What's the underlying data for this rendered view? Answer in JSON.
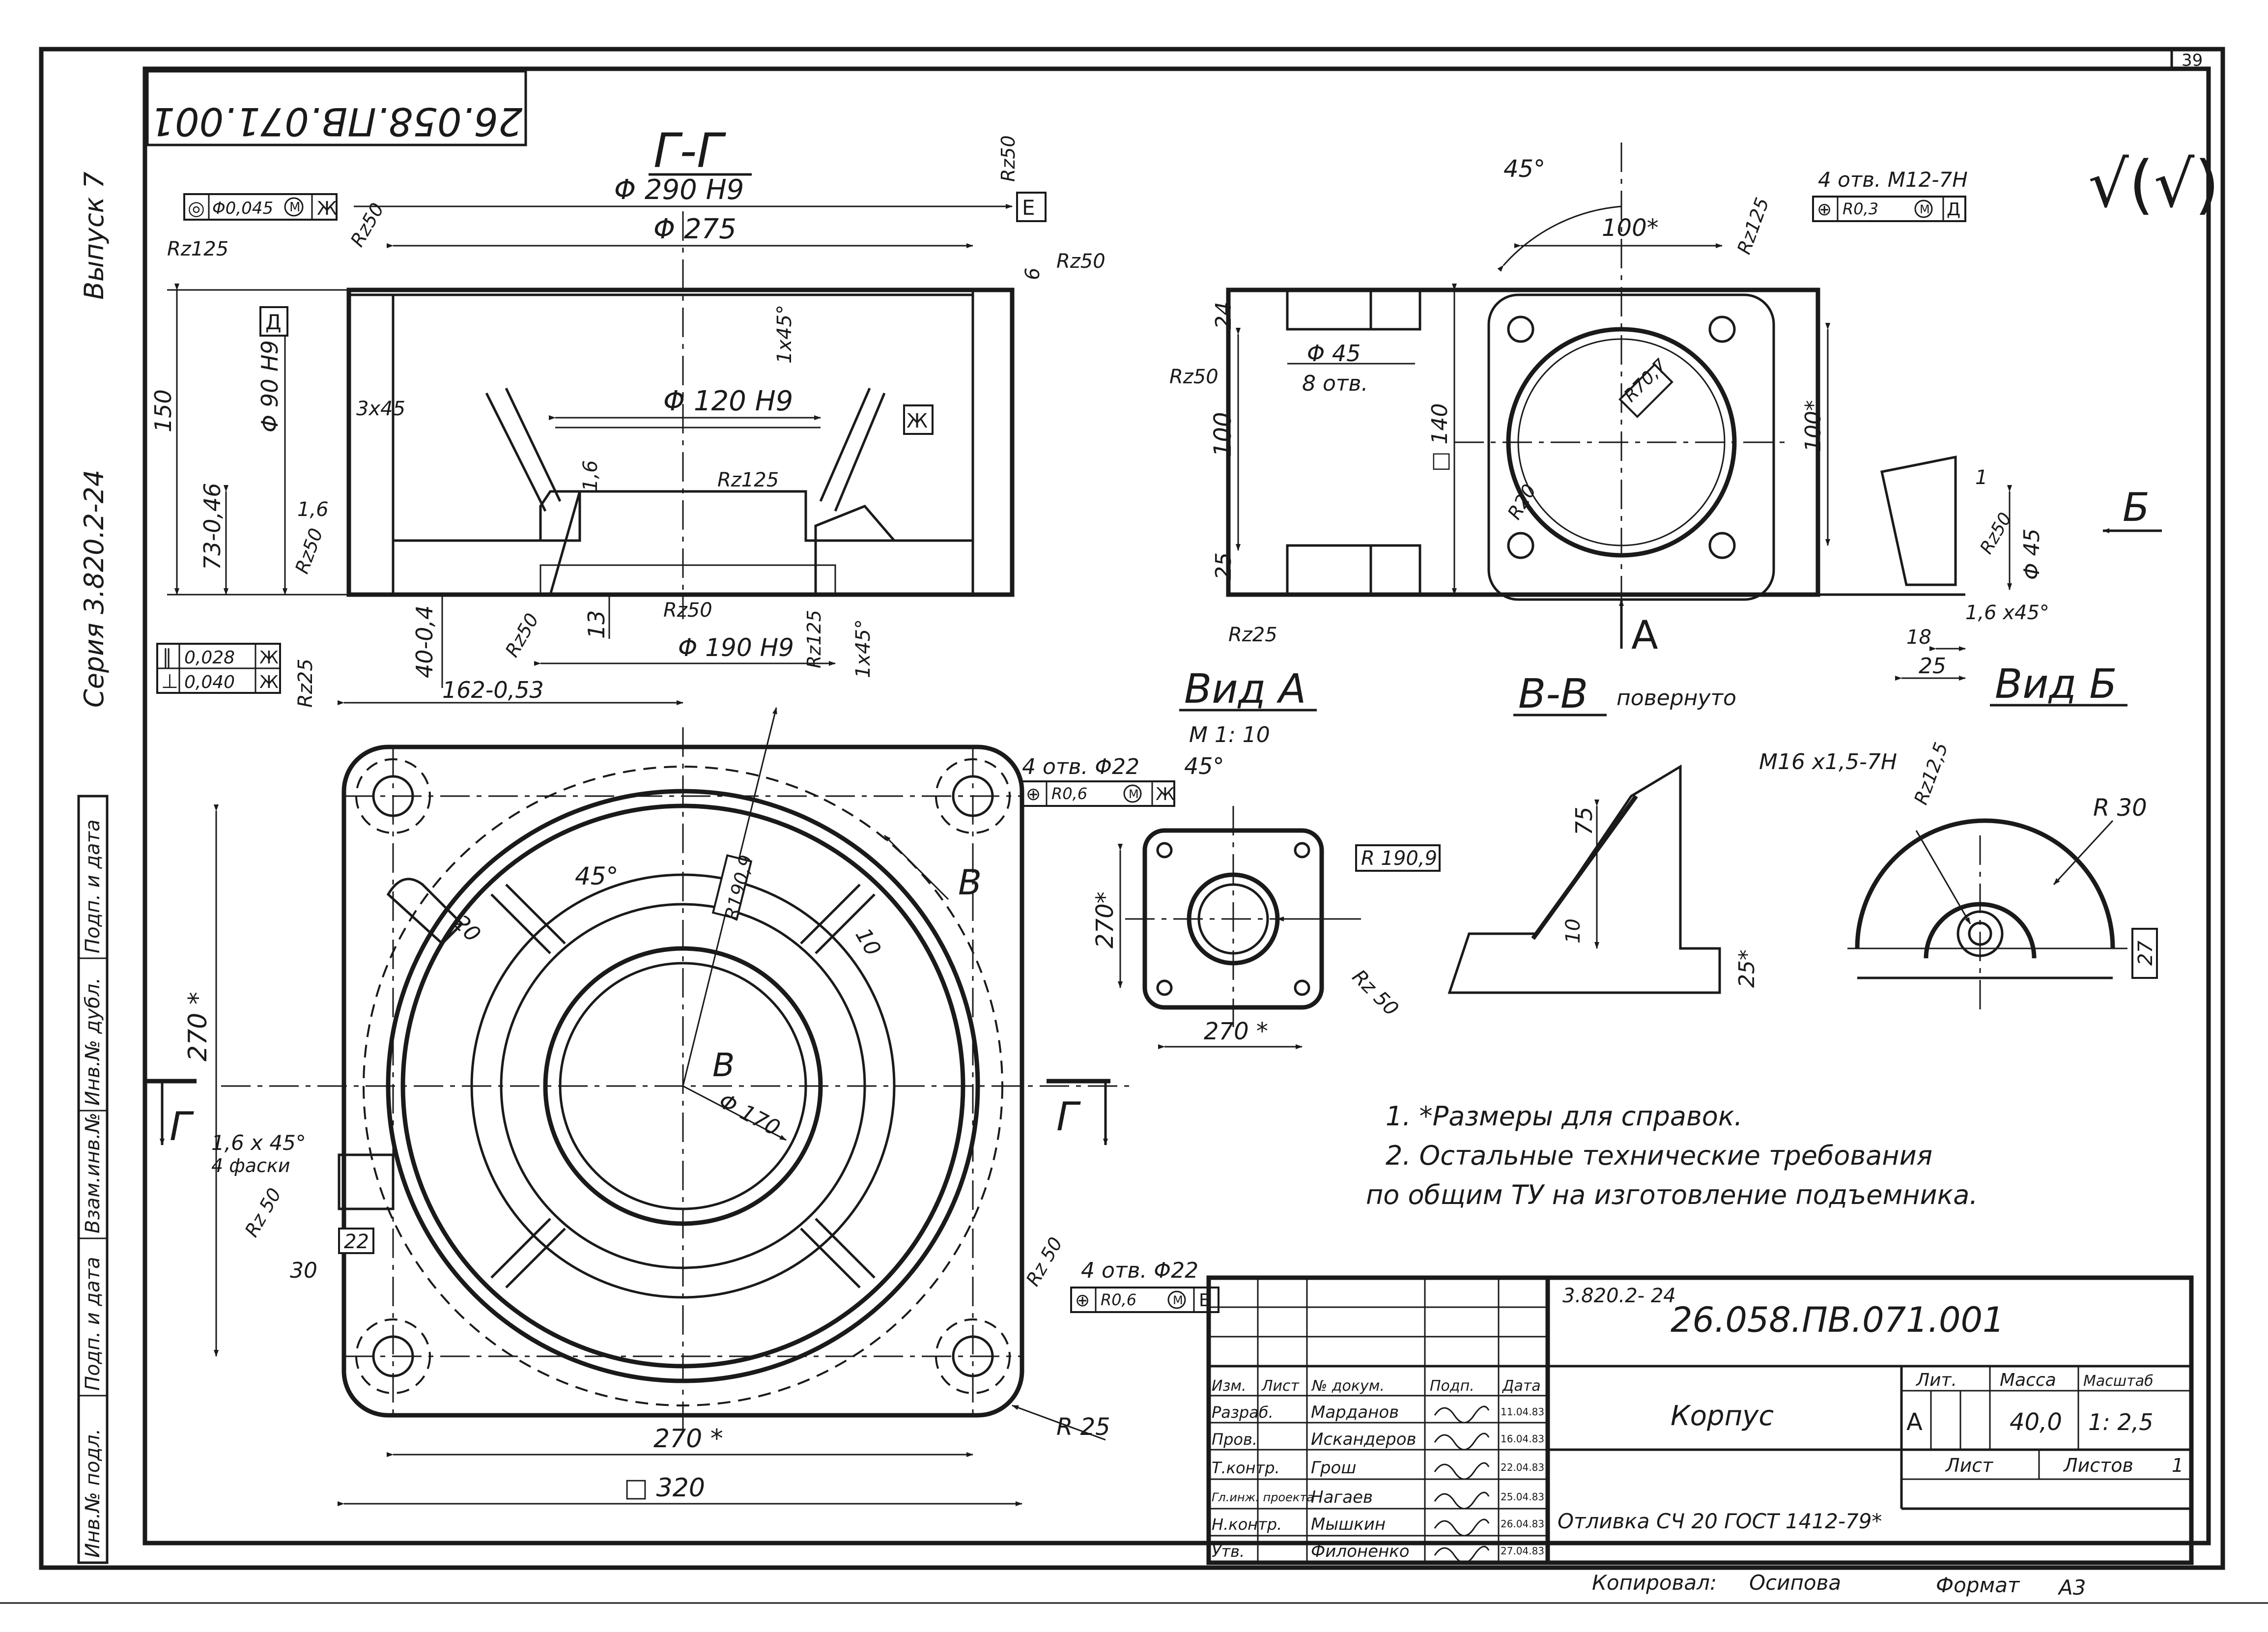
{
  "sheet": {
    "page_number": "39",
    "top_designation": "26.058.ПВ.071.001",
    "roughness_mark": "√(√)"
  },
  "margin_left": {
    "series": "Серия   3.820.2-24",
    "issue": "Выпуск 7",
    "fields": [
      "Инв.№ подл.",
      "Подп. и дата",
      "Взам.инв.№",
      "Инв.№ дубл.",
      "Подп. и дата"
    ]
  },
  "section_GG": {
    "title": "Г-Г",
    "d290": "Φ 290 H9",
    "d275": "Φ 275",
    "d120": "Φ 120 H9",
    "d190": "Φ 190 H9",
    "d90": "Φ 90 H9",
    "dim150": "150",
    "dim73": "73-0,46",
    "dim40": "40-0,4",
    "dim13": "13",
    "dim162": "162-0,53",
    "dim6": "6",
    "chamfer_3x45": "3x45",
    "chamfer_1x45a": "1x45°",
    "chamfer_1x45b": "1x45°",
    "r16a": "1,6",
    "r16b": "1,6",
    "rz125a": "Rz125",
    "rz125b": "Rz125",
    "rz125c": "Rz125",
    "rz50a": "Rz50",
    "rz50b": "Rz50",
    "rz50c": "Rz50",
    "rz50d": "Rz50",
    "rz50e": "Rz50",
    "rz50f": "Rz50",
    "rz25": "Rz25",
    "tol_top_sym": "◎",
    "tol_top_val": "Φ0,045",
    "tol_top_m": "M",
    "tol_top_base": "Ж",
    "tol_par_val": "0,028",
    "tol_perp_val": "0,040",
    "tol_base_zh": "Ж",
    "datum_D": "Д",
    "datum_E": "Е",
    "datum_Zh": "Ж"
  },
  "section_BB": {
    "title": "В-В",
    "subtitle": "повернуто",
    "angle": "45°",
    "holes": "4 отв. М12-7Н",
    "tol_val": "R0,3",
    "tol_m": "M",
    "tol_base": "Д",
    "dim100a": "100*",
    "dim100b": "100*",
    "dim140": "□ 140",
    "dim100h": "100",
    "dim24": "24",
    "dim25": "25",
    "d45": "Φ 45",
    "holes8": "8 отв.",
    "r70": "R70,7",
    "r20": "R20",
    "rz125": "Rz125",
    "rz50": "Rz50",
    "rz25": "Rz25",
    "datum_A": "А"
  },
  "view_B": {
    "title": "Вид Б",
    "arrow_label": "Б",
    "d45": "Φ 45",
    "dim18": "18",
    "dim25": "25",
    "dim1": "1",
    "chamfer": "1,6 x45°",
    "rz50": "Rz50"
  },
  "view_A": {
    "title": "Вид А",
    "scale": "М 1: 10",
    "holes": "4 отв. Φ22",
    "tol_val": "R0,6",
    "tol_m": "M",
    "tol_base": "Ж",
    "angle": "45°",
    "r190": "R 190,9",
    "dim270v": "270*",
    "dim270h": "270 *",
    "rz50": "Rz 50"
  },
  "rib_detail": {
    "dim75": "75",
    "dim10": "10",
    "dim25": "25*"
  },
  "boss_detail": {
    "thread": "М16 x1,5-7Н",
    "rz": "Rz12,5",
    "r30": "R 30",
    "dim27": "27"
  },
  "plan_view": {
    "r1909": "R190,9",
    "angle": "45°",
    "d170": "Φ 170",
    "rib20": "20",
    "rib10": "10",
    "label_V": "В",
    "label_V2": "В",
    "cut_left": "Г",
    "cut_right": "Г",
    "dim270v": "270 *",
    "dim270h": "270 *",
    "dim320": "□ 320",
    "r25": "R 25",
    "chamfer": "1,6 x 45°",
    "chamfer_note": "4 фаски",
    "rz50a": "Rz 50",
    "rz50b": "Rz 50",
    "dim30": "30",
    "dim22": "22",
    "holes": "4 отв. Φ22",
    "tol_val": "R0,6",
    "tol_m": "M",
    "tol_base": "Е"
  },
  "notes": [
    "1.   *Размеры  для  справок.",
    "2.    Остальные   технические   требования",
    "по  общим   ТУ  на  изготовление   подъемника."
  ],
  "title_block": {
    "series_code": "3.820.2- 24",
    "designation": "26.058.ПВ.071.001",
    "name": "Корпус",
    "material": "Отливка  СЧ 20  ГОСТ 1412-79*",
    "header": [
      "Изм.",
      "Лист",
      "№ докум.",
      "Подп.",
      "Дата"
    ],
    "lit_label": "Лит.",
    "mass_label": "Масса",
    "scale_label": "Масштаб",
    "lit": "А",
    "mass": "40,0",
    "scale": "1: 2,5",
    "sheet_label": "Лист",
    "sheets_label": "Листов",
    "sheets": "1",
    "copied_label": "Копировал:",
    "copied_by": "Осипова",
    "format_label": "Формат",
    "format": "А3",
    "people": [
      {
        "role": "Разраб.",
        "name": "Марданов",
        "date": "11.04.83"
      },
      {
        "role": "Пров.",
        "name": "Искандеров",
        "date": "16.04.83"
      },
      {
        "role": "Т.контр.",
        "name": "Грош",
        "date": "22.04.83"
      },
      {
        "role": "Гл.инж. проекта",
        "name": "Нагаев",
        "date": "25.04.83"
      },
      {
        "role": "Н.контр.",
        "name": "Мышкин",
        "date": "26.04.83"
      },
      {
        "role": "Утв.",
        "name": "Филоненко",
        "date": "27.04.83"
      }
    ]
  }
}
